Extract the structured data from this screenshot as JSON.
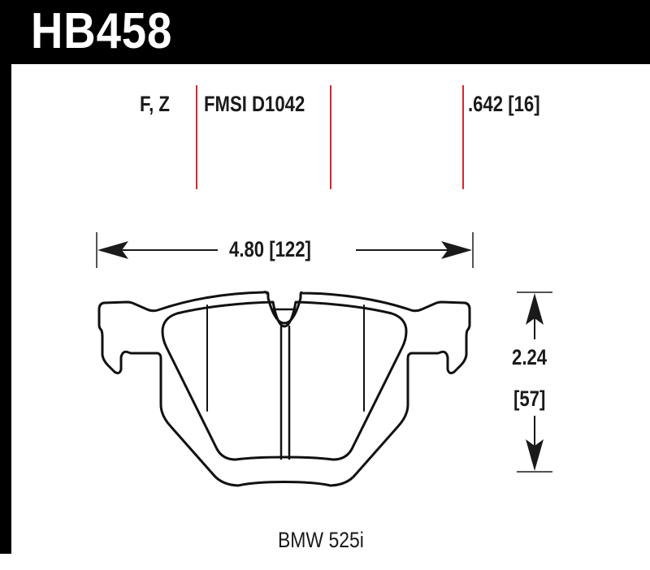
{
  "header": {
    "part_number": "HB458",
    "background_color": "#000000",
    "text_color": "#ffffff"
  },
  "specs": {
    "compound_codes": "F, Z",
    "fmsi": "FMSI D1042",
    "thickness": ".642 [16]",
    "divider_color": "#d7262e"
  },
  "dimensions": {
    "width_label": "4.80 [122]",
    "height_value": "2.24",
    "height_metric": "[57]"
  },
  "vehicle": {
    "application": "BMW 525i"
  }
}
